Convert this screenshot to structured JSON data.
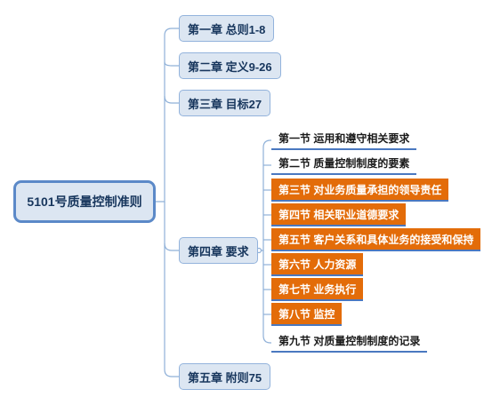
{
  "root": {
    "label": "5101号质量控制准则"
  },
  "chapters": [
    {
      "label": "第一章 总则1-8"
    },
    {
      "label": "第二章 定义9-26"
    },
    {
      "label": "第三章 目标27"
    },
    {
      "label": "第四章 要求"
    },
    {
      "label": "第五章 附则75"
    }
  ],
  "sections": [
    {
      "label": "第一节 运用和遵守相关要求",
      "highlighted": false
    },
    {
      "label": "第二节 质量控制制度的要素",
      "highlighted": false
    },
    {
      "label": "第三节 对业务质量承担的领导责任",
      "highlighted": true
    },
    {
      "label": "第四节 相关职业道德要求",
      "highlighted": true
    },
    {
      "label": "第五节 客户关系和具体业务的接受和保持",
      "highlighted": true
    },
    {
      "label": "第六节 人力资源",
      "highlighted": true
    },
    {
      "label": "第七节 业务执行",
      "highlighted": true
    },
    {
      "label": "第八节 监控",
      "highlighted": true
    },
    {
      "label": "第九节 对质量控制制度的记录",
      "highlighted": false
    }
  ],
  "colors": {
    "connector": "#8fb0d8",
    "highlight": "#e36c09",
    "node_fill": "#dce6f2",
    "underline": "#4a78c0"
  }
}
